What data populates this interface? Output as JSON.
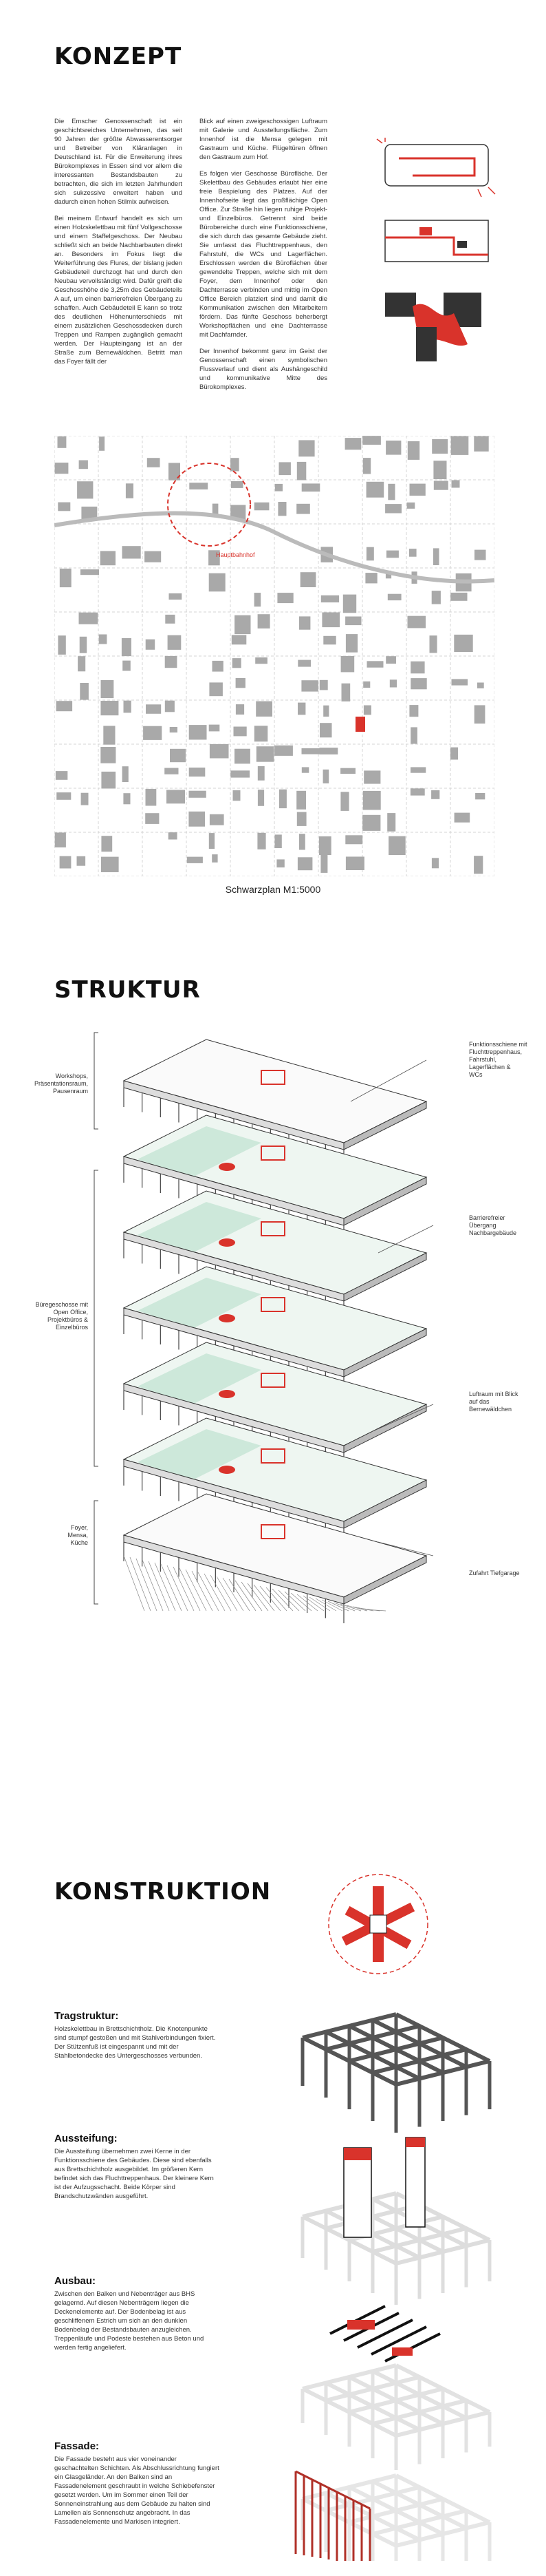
{
  "konzept": {
    "heading": "KONZEPT",
    "col1": [
      "Die Emscher Genossenschaft ist ein geschichtsreiches Unternehmen, das seit 90 Jahren der größte Abwasserentsorger und Betreiber von Kläranlagen in Deutschland ist. Für die Erweiterung ihres Bürokomplexes in Essen sind vor allem die interessanten Bestandsbauten zu betrachten, die sich im letzten Jahrhundert sich sukzessive erweitert haben und dadurch einen hohen Stilmix aufweisen.",
      "Bei meinem Entwurf handelt es sich um einen Holzskelettbau mit fünf Vollgeschosse und einem Staffelgeschoss. Der Neubau schließt sich an beide Nachbarbauten direkt an. Besonders im Fokus liegt die Weiterführung des Flures, der bislang jeden Gebäudeteil durchzogt hat und durch den Neubau vervollständigt wird. Dafür greift die Geschosshöhe die 3,25m des Gebäudeteils A auf, um einen barrierefreien Übergang zu schaffen. Auch Gebäudeteil E kann so trotz des deutlichen Höhenunterschieds mit einem zusätzlichen Geschossdecken durch Treppen und Rampen zugänglich gemacht werden. Der Haupteingang ist an der Straße zum Bernewäldchen. Betritt man das Foyer fällt der"
    ],
    "col2": [
      "Blick auf einen zweigeschossigen Luftraum mit Galerie und Ausstellungsfläche. Zum Innenhof ist die Mensa gelegen mit Gastraum und Küche. Flügeltüren öffnen den Gastraum zum Hof.",
      "Es folgen vier Geschosse Bürofläche. Der Skelettbau des Gebäudes erlaubt hier eine freie Bespielung des Platzes. Auf der Innenhofseite liegt das großflächige Open Office. Zur Straße hin liegen ruhige Projekt- und Einzelbüros. Getrennt sind beide Bürobereiche durch eine Funktionsschiene, die sich durch das gesamte Gebäude zieht. Sie umfasst das Fluchttreppenhaus, den Fahrstuhl, die WCs und Lagerflächen. Erschlossen werden die Büroflächen über gewendelte Treppen, welche sich mit dem Foyer, dem Innenhof oder den Dachterrasse verbinden und mittig im Open Office Bereich platziert sind und damit die Kommunikation zwischen den Mitarbeitern fördern. Das fünfte Geschoss beherbergt Workshopflächen und eine Dachterrasse mit Dachfarnder.",
      "Der Innenhof bekommt ganz im Geist der Genossenschaft einen symbolischen Flussverlauf und dient als Aushängeschild und kommunikative Mitte des Bürokomplexes."
    ],
    "map_label": "Hauptbahnhof",
    "map_caption": "Schwarzplan M1:5000"
  },
  "struktur": {
    "heading": "STRUKTUR",
    "left_labels": [
      "Workshops,\nPräsentationsraum,\nPausenraum",
      "Büregeschosse mit\nOpen Office,\nProjektbüros &\nEinzelbüros",
      "Foyer,\nMensa,\nKüche"
    ],
    "right_labels": [
      "Funktionsschiene mit\nFluchttreppenhaus,\nFahrstuhl,\nLagerflächen &\nWCs",
      "Barrierefreier\nÜbergang\nNachbargebäude",
      "Luftraum mit Blick\nauf das\nBernewäldchen",
      "Zufahrt Tiefgarage"
    ]
  },
  "konstruktion": {
    "heading": "KONSTRUKTION",
    "sections": [
      {
        "title": "Tragstruktur:",
        "text": "Holzskelettbau in Brettschichtholz. Die Knotenpunkte sind stumpf gestoßen und mit Stahlverbindungen fixiert. Der Stützenfuß ist eingespannt und mit der Stahlbetondecke des Untergeschosses verbunden."
      },
      {
        "title": "Aussteifung:",
        "text": "Die Aussteifung übernehmen zwei Kerne in der Funktionsschiene des Gebäudes. Diese sind ebenfalls aus Brettschichtholz ausgebildet. Im größeren Kern befindet sich das Fluchttreppenhaus. Der kleinere Kern ist der Aufzugsschacht. Beide Körper sind Brandschutzwänden ausgeführt."
      },
      {
        "title": "Ausbau:",
        "text": "Zwischen den Balken und Nebenträger aus BHS gelagernd. Auf diesen Nebenträgern liegen die Deckenelemente auf. Der Bodenbelag ist aus geschliffenem Estrich um sich an den dunklen Bodenbelag der Bestandsbauten anzugleichen. Treppenläufe und Podeste bestehen aus Beton und werden fertig angeliefert."
      },
      {
        "title": "Fassade:",
        "text": "Die Fassade besteht aus vier voneinander geschachtelten Schichten. Als Abschlussrichtung fungiert ein Glasgeländer. An den Balken sind an Fassadenelement geschraubt in welche Schiebefenster gesetzt werden. Um im Sommer einen Teil der Sonneneinstrahlung aus dem Gebäude zu halten sind Lamellen als Sonnenschutz angebracht. In das Fassadenelemente und Markisen integriert."
      }
    ]
  },
  "colors": {
    "accent": "#d9332b",
    "green": "#cde8da",
    "grey_building": "#a9a9a9",
    "dark": "#111111"
  }
}
